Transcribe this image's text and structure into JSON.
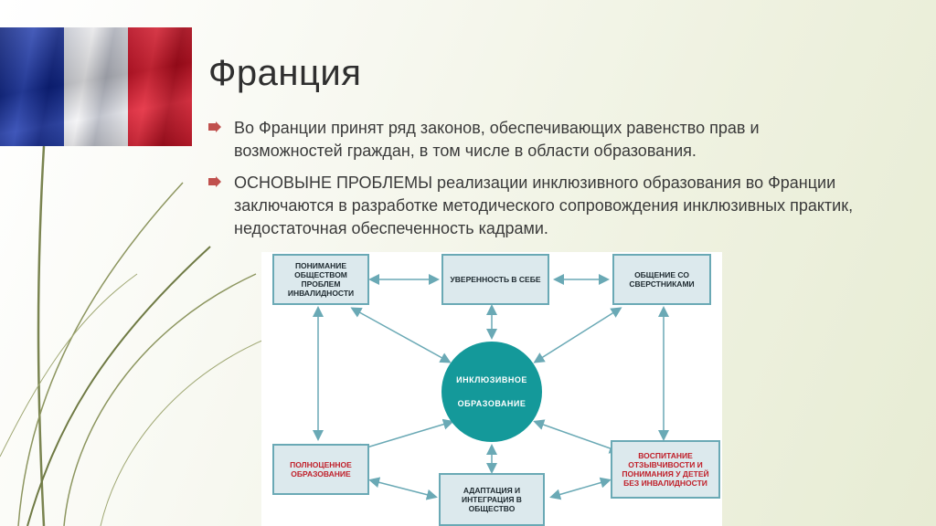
{
  "slide": {
    "title": "Франция"
  },
  "bullets": [
    {
      "text": "Во Франции принят ряд законов, обеспечивающих равенство прав и возможностей граждан, в том числе в области образования."
    },
    {
      "text": "ОСНОВЫНЕ ПРОБЛЕМЫ реализации инклюзивного образования во Франции заключаются в разработке методического сопровождения инклюзивных практик, недостаточная обеспеченность кадрами."
    }
  ],
  "diagram": {
    "center": "ИНКЛЮЗИВНОЕ ОБРАЗОВАНИЕ",
    "boxes": {
      "top_left": "ПОНИМАНИЕ ОБЩЕСТВОМ ПРОБЛЕМ ИНВАЛИДНОСТИ",
      "top_center": "УВЕРЕННОСТЬ В СЕБЕ",
      "top_right": "ОБЩЕНИЕ СО СВЕРСТНИКАМИ",
      "bottom_left": "ПОЛНОЦЕННОЕ ОБРАЗОВАНИЕ",
      "bottom_center": "АДАПТАЦИЯ И ИНТЕГРАЦИЯ В ОБЩЕСТВО",
      "bottom_right": "ВОСПИТАНИЕ ОТЗЫВЧИВОСТИ И ПОНИМАНИЯ У ДЕТЕЙ БЕЗ ИНВАЛИДНОСТИ"
    },
    "colors": {
      "circle": "#14999a",
      "box_fill": "#dce9ed",
      "box_border": "#6aa9b5",
      "red_text": "#c0202a"
    }
  },
  "colors": {
    "bullet_icon": "#c0504d",
    "decor_line": "#7f8a4f"
  }
}
